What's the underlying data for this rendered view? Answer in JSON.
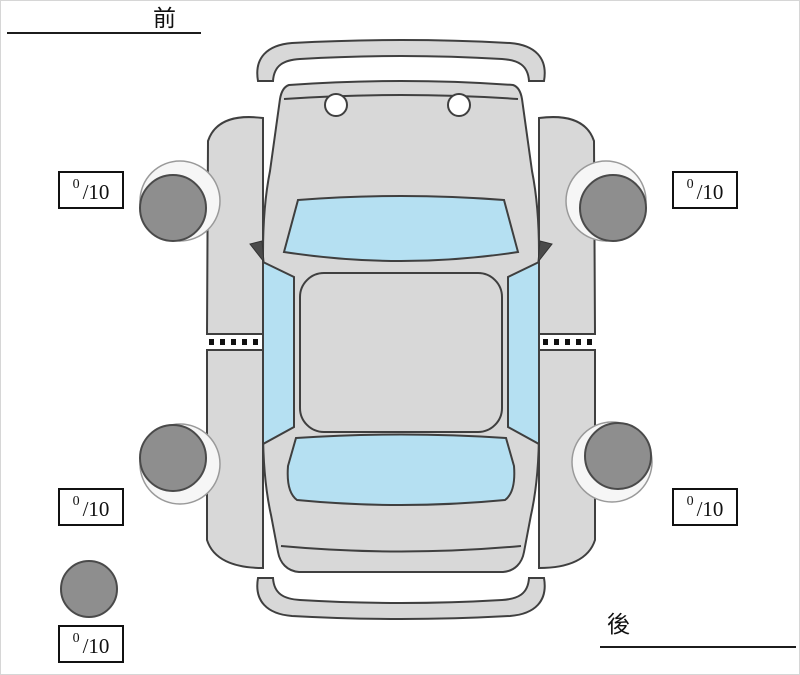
{
  "labels": {
    "front": "前",
    "rear": "後"
  },
  "tread_scores": {
    "front_left": {
      "value": "0",
      "max": "/10"
    },
    "front_right": {
      "value": "0",
      "max": "/10"
    },
    "rear_left": {
      "value": "0",
      "max": "/10"
    },
    "rear_right": {
      "value": "0",
      "max": "/10"
    },
    "spare": {
      "value": "0",
      "max": "/10"
    }
  },
  "icons": {
    "car_diagram": "car-top-view-diagram",
    "tires": [
      "front-left-tire",
      "front-right-tire",
      "rear-left-tire",
      "rear-right-tire",
      "spare-tire"
    ]
  },
  "colors": {
    "body_fill": "#d8d8d8",
    "outline": "#3f3f3f",
    "glass_fill": "#b5e0f2",
    "tire_fill": "#8e8e8e",
    "wheel_arch_fill": "#f6f6f6",
    "box_border": "#111111",
    "text": "#111111",
    "background": "#ffffff"
  }
}
